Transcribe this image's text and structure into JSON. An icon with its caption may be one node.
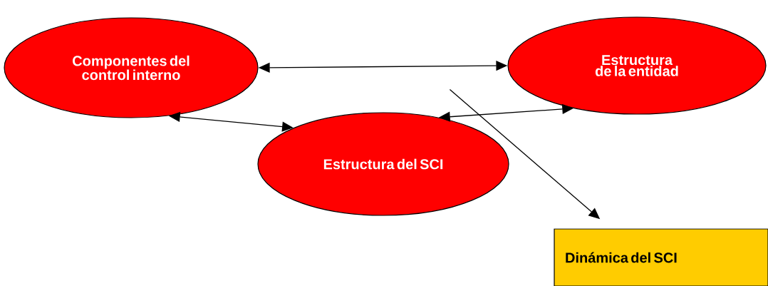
{
  "diagram": {
    "nodes": [
      {
        "text": [
          "Componentes del control interno"
        ]
      },
      {
        "text": [
          "Estructura de la entidad"
        ]
      },
      {
        "text": [
          "Estructura del SCI"
        ]
      },
      {
        "text": [
          "Dinámica del SCI"
        ]
      }
    ],
    "edges": [
      {
        "from": 0,
        "to": 1,
        "arrow": "both"
      },
      {
        "from": 0,
        "to": 2,
        "arrow": "both"
      },
      {
        "from": 2,
        "to": 1,
        "arrow": "both"
      },
      {
        "from": null,
        "to": 3,
        "arrow": "to"
      }
    ]
  }
}
